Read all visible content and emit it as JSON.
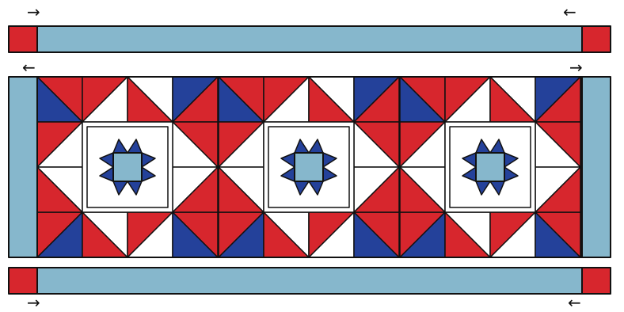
{
  "arrows": {
    "top_left": "→",
    "top_right": "←",
    "middle_left": "←",
    "middle_right": "→",
    "bottom_left": "→",
    "bottom_right": "←"
  },
  "blocks": {
    "count": 3,
    "style": "sawtooth-star-in-square-in-square"
  },
  "borders": {
    "top_strip": [
      "cornerstone",
      "sashing",
      "cornerstone"
    ],
    "bottom_strip": [
      "cornerstone",
      "sashing",
      "cornerstone"
    ],
    "side_strips": [
      "sashing-left",
      "sashing-right"
    ]
  },
  "colors": {
    "red": "#d7262d",
    "navy": "#24419a",
    "light_blue": "#86b7cc",
    "white": "#ffffff",
    "outline": "#111111"
  }
}
